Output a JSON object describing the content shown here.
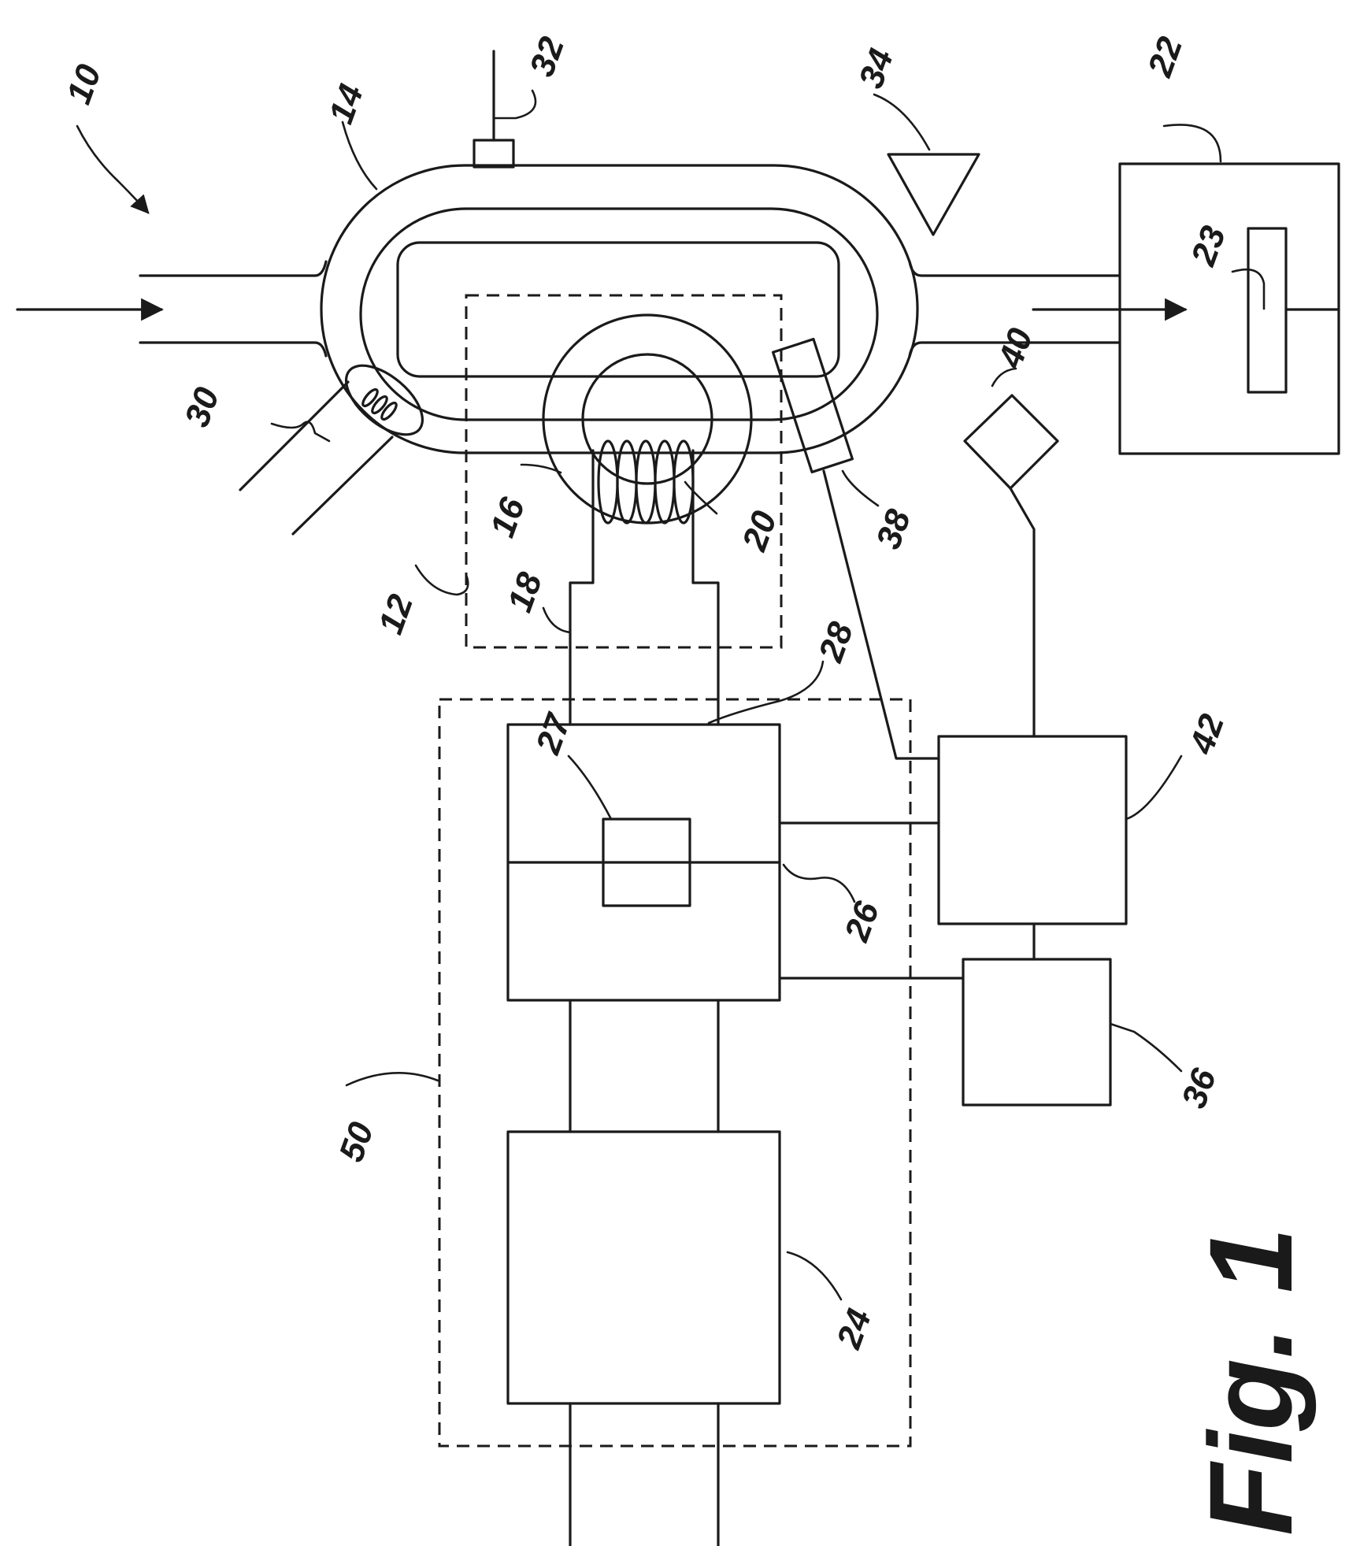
{
  "refs": {
    "r10": "10",
    "r12": "12",
    "r14": "14",
    "r16": "16",
    "r18": "18",
    "r20": "20",
    "r22": "22",
    "r23": "23",
    "r24": "24",
    "r26": "26",
    "r27": "27",
    "r28": "28",
    "r30": "30",
    "r32": "32",
    "r34": "34",
    "r36": "36",
    "r38": "38",
    "r40": "40",
    "r42": "42",
    "r50": "50"
  },
  "figure_label": "Fig. 1"
}
